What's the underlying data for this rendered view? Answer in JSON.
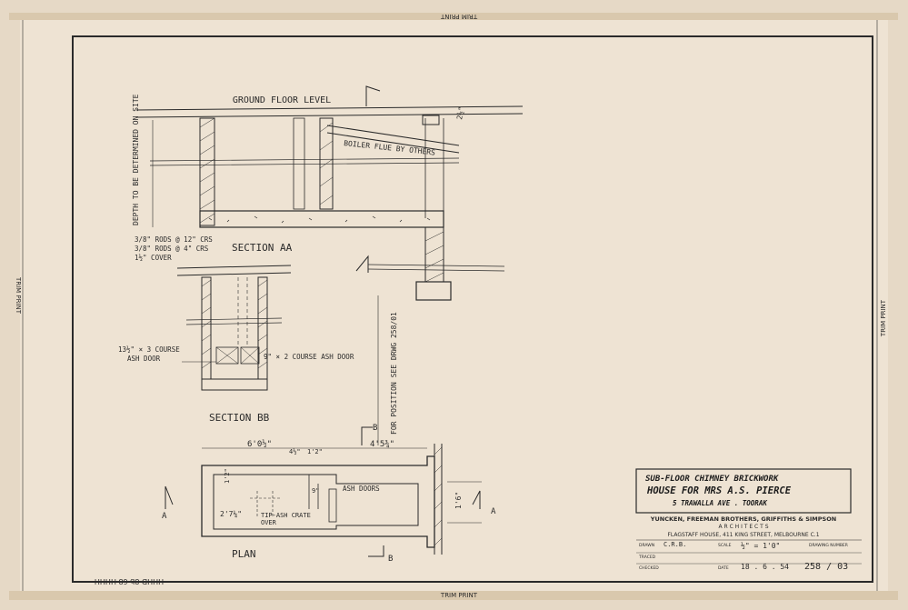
{
  "sheet": {
    "trim_label": "TRIM PRINT",
    "stamp": "HHHD 8b 68 HHHH"
  },
  "drawing": {
    "ground_floor_level": "GROUND  FLOOR  LEVEL",
    "depth_note": "DEPTH TO BE DETERMINED ON SITE",
    "boiler_flue": "BOILER FLUE BY OTHERS",
    "dim_2_1_2": "2½\"",
    "rods_1": "3/8\" RODS @ 12\" CRS",
    "rods_2": "3/8\" RODS @ 4\" CRS",
    "cover": "1½\" COVER",
    "section_aa": "SECTION  AA",
    "ash_door_1": "13½\" × 3 COURSE",
    "ash_door_2": "ASH DOOR",
    "ash_door_small": "9\" × 2 COURSE ASH DOOR",
    "position_note": "FOR POSITION SEE DRWG 258/01",
    "section_bb": "SECTION  BB",
    "b_mark": "B",
    "a_mark": "A",
    "dim_6_0": "6'0½\"",
    "dim_4_5": "4'5¾\"",
    "dim_4_5b": "4½\"",
    "dim_1_2": "1'2\"",
    "dim_9": "9\"",
    "dim_12": "1'2\"",
    "dim_2_7": "2'7¼\"",
    "dim_1_6": "1'6\"",
    "ash_doors": "ASH DOORS",
    "tip_grate_1": "TIP-ASH CRATE",
    "tip_grate_2": "OVER",
    "plan": "PLAN"
  },
  "title_block": {
    "line1": "SUB-FLOOR CHIMNEY BRICKWORK",
    "line2": "HOUSE  FOR MRS  A.S. PIERCE",
    "line3": "5  TRAWALLA  AVE .  TOORAK",
    "firm": "YUNCKEN, FREEMAN BROTHERS, GRIFFITHS & SIMPSON",
    "architects": "A R C H I T E C T S",
    "address": "FLAGSTAFF HOUSE,  411  KING  STREET,  MELBOURNE  C.1",
    "drawn_label": "DRAWN",
    "drawn_value": "C.R.B.",
    "traced_label": "TRACED",
    "checked_label": "CHECKED",
    "scale_label": "SCALE",
    "scale_value": "½\" = 1'0\"",
    "date_label": "DATE",
    "date_value": "18 . 6 . 54",
    "drawing_number_label": "DRAWING NUMBER",
    "drawing_number": "258 / 03"
  }
}
